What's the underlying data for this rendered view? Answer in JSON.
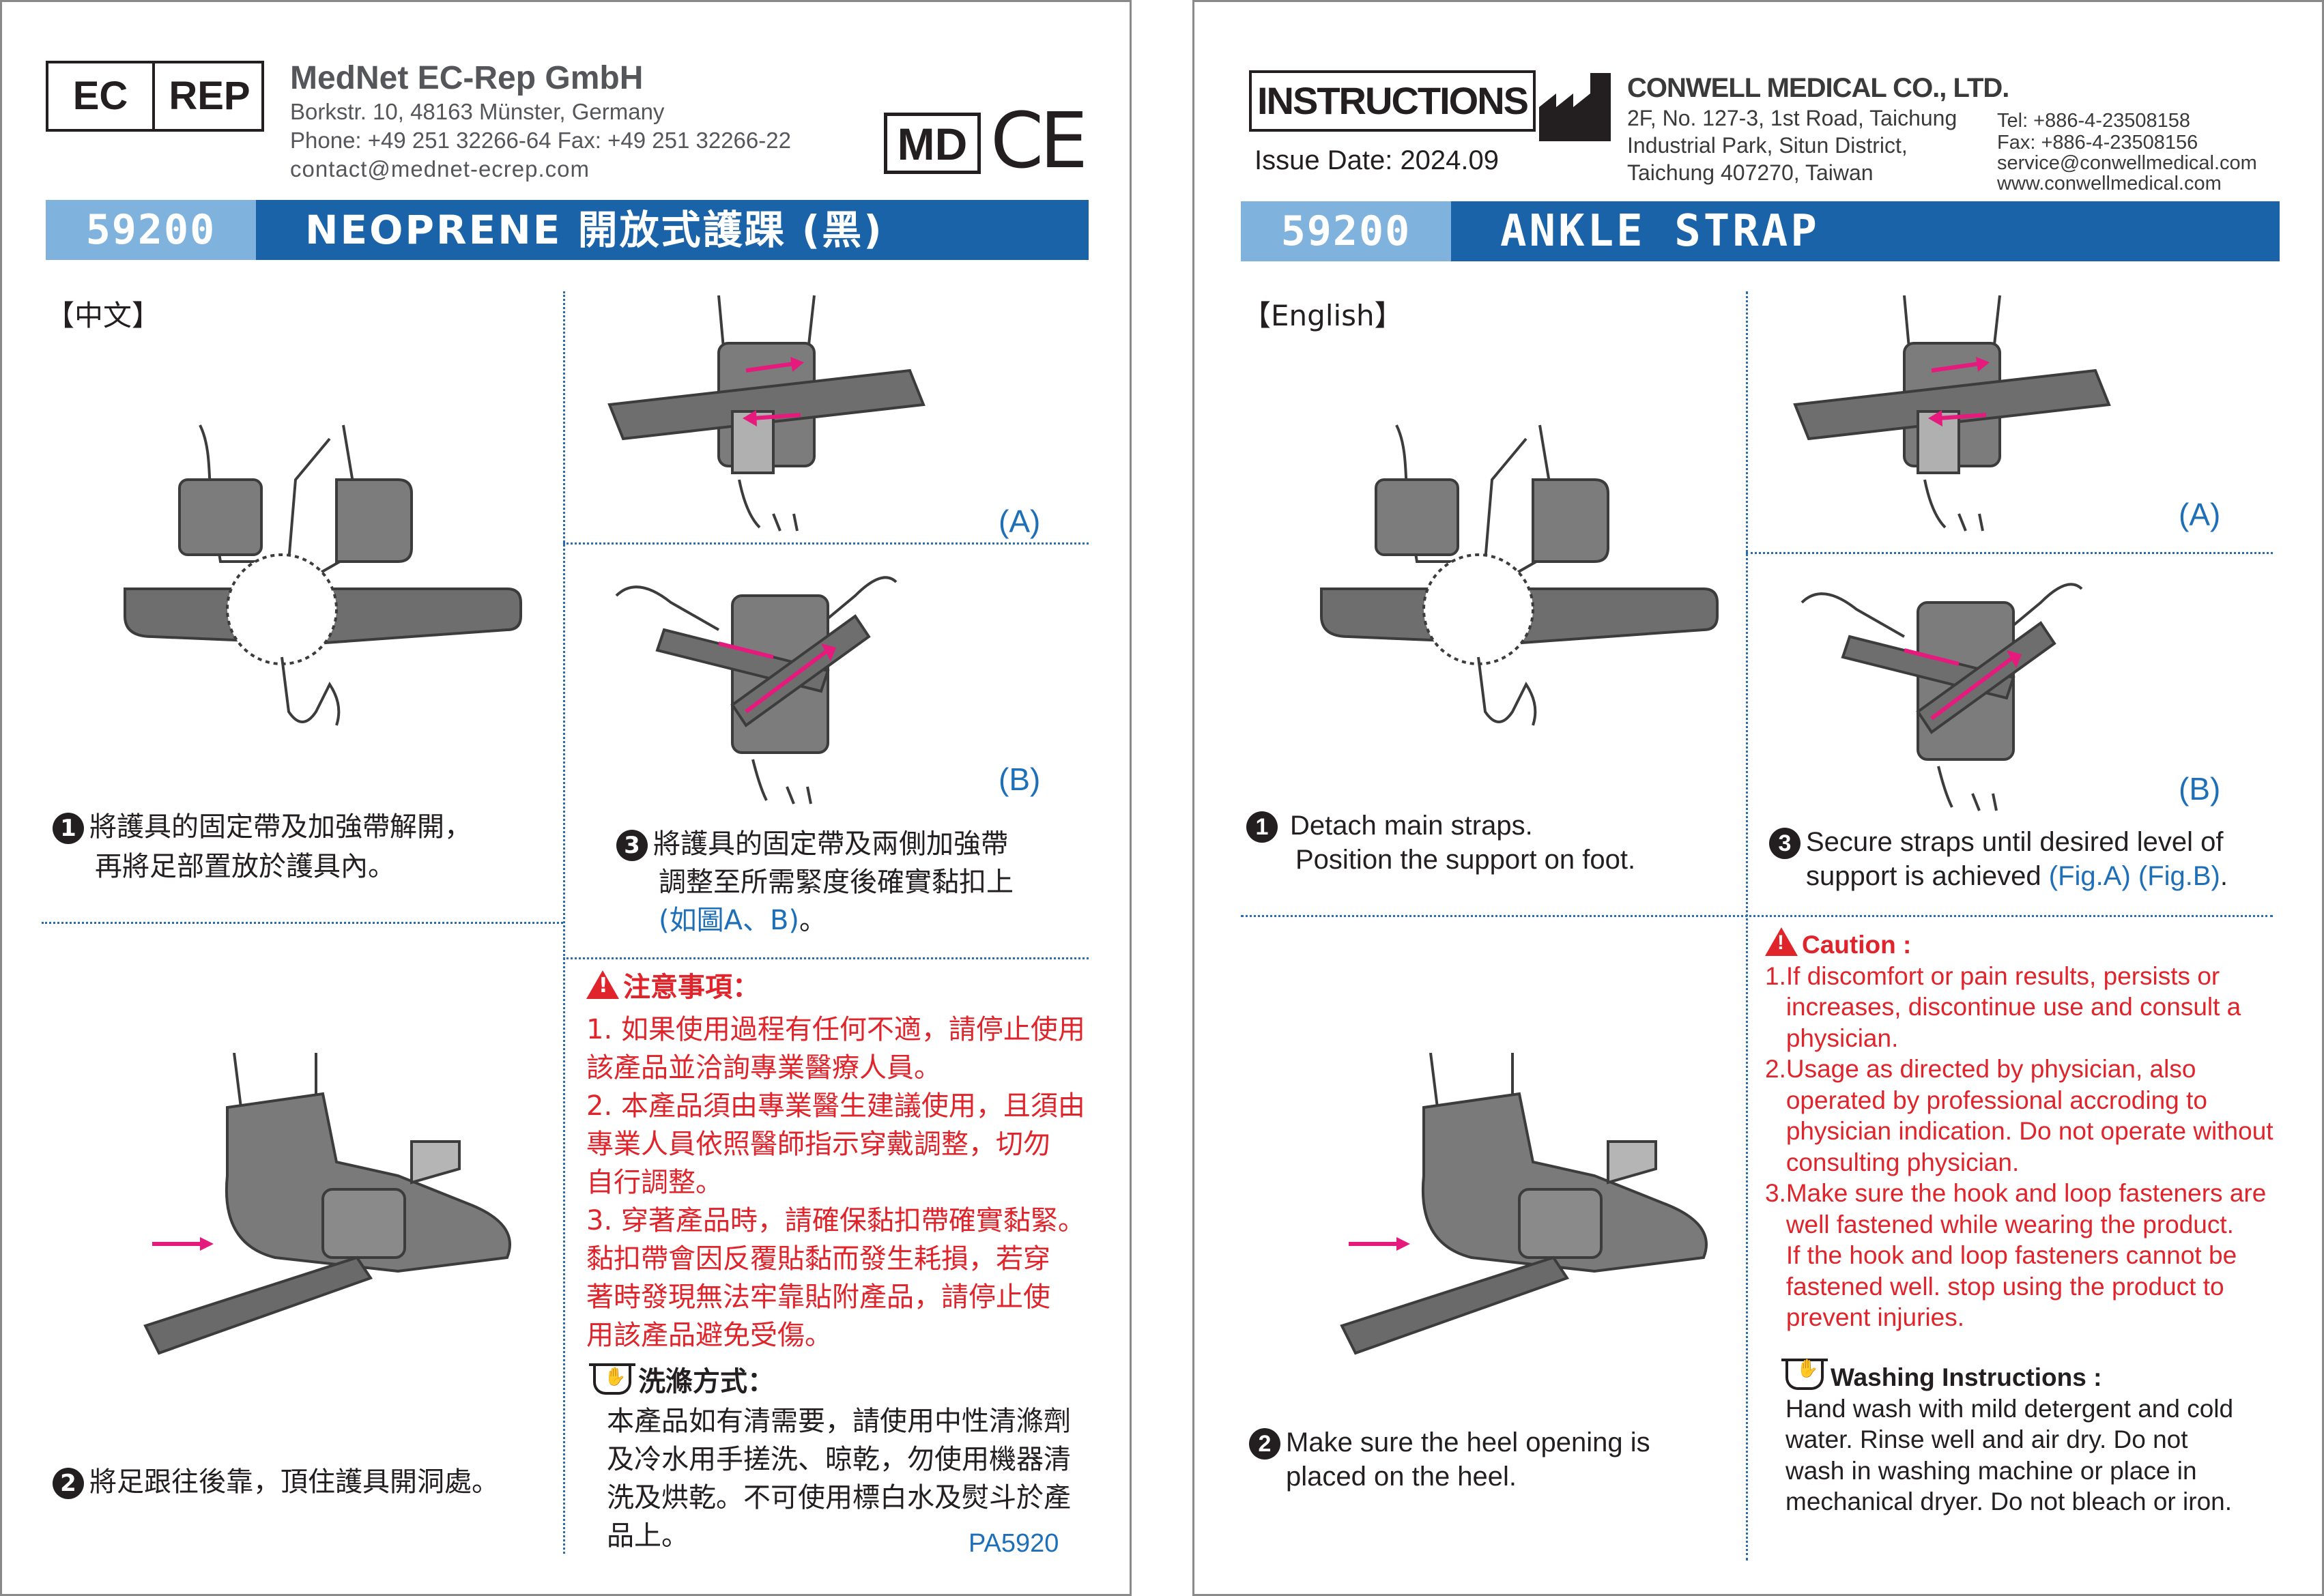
{
  "left": {
    "ec_label": "EC",
    "rep_label": "REP",
    "company": "MedNet EC-Rep GmbH",
    "address": "Borkstr. 10, 48163 Münster, Germany",
    "phone": "Phone: +49 251 32266-64  Fax: +49 251 32266-22",
    "contact": "contact@mednet-ecrep.com",
    "md_label": "MD",
    "ce_label": "CE",
    "code": "59200",
    "title": "NEOPRENE 開放式護踝 (黑)",
    "lang_tag": "【中文】",
    "fig_a": "(A)",
    "fig_b": "(B)",
    "step1_num": "1",
    "step1_lines": [
      "將護具的固定帶及加強帶解開，",
      "再將足部置放於護具內。"
    ],
    "step2_num": "2",
    "step2_text": "將足跟往後靠，頂住護具開洞處。",
    "step3_num": "3",
    "step3_lines": [
      "將護具的固定帶及兩側加強帶",
      "調整至所需緊度後確實黏扣上"
    ],
    "step3_ref": "(如圖A、B)",
    "step3_end": "。",
    "caution_title": "注意事項：",
    "caution_lines": [
      "1. 如果使用過程有任何不適，請停止使用",
      "    該產品並洽詢專業醫療人員。",
      "2. 本產品須由專業醫生建議使用，且須由",
      "    專業人員依照醫師指示穿戴調整，切勿",
      "    自行調整。",
      "3. 穿著產品時，請確保黏扣帶確實黏緊。",
      "    黏扣帶會因反覆貼黏而發生耗損，若穿",
      "    著時發現無法牢靠貼附產品，請停止使",
      "    用該產品避免受傷。"
    ],
    "wash_title": "洗滌方式：",
    "wash_lines": [
      "本產品如有清需要，請使用中性清滌劑",
      "及冷水用手搓洗、晾乾，勿使用機器清",
      "洗及烘乾。不可使用標白水及熨斗於產",
      "品上。"
    ],
    "part_no": "PA5920"
  },
  "right": {
    "instructions_label": "INSTRUCTIONS",
    "issue_date": "Issue Date: 2024.09",
    "company": "CONWELL MEDICAL CO., LTD.",
    "address_lines": [
      "2F, No. 127-3, 1st Road, Taichung",
      "Industrial Park, Situn District,",
      "Taichung 407270, Taiwan"
    ],
    "tel": "Tel: +886-4-23508158",
    "fax": "Fax: +886-4-23508156",
    "email": "service@conwellmedical.com",
    "web": "www.conwellmedical.com",
    "code": "59200",
    "title": "ANKLE STRAP",
    "lang_tag": "【English】",
    "fig_a": "(A)",
    "fig_b": "(B)",
    "step1_num": "1",
    "step1_lines": [
      "Detach main straps.",
      "Position the support on foot."
    ],
    "step2_num": "2",
    "step2_lines": [
      "Make sure the heel opening is",
      "placed on the heel."
    ],
    "step3_num": "3",
    "step3_line1": "Secure straps until desired level of",
    "step3_line2": "support is achieved ",
    "step3_ref": "(Fig.A) (Fig.B)",
    "step3_end": ".",
    "caution_title": "Caution :",
    "caution_lines": [
      "1.If discomfort or pain results, persists or",
      "   increases, discontinue use and consult a",
      "   physician.",
      "2.Usage as directed by physician, also",
      "   operated by professional accroding to",
      "   physician indication. Do not operate without",
      "   consulting physician.",
      "3.Make sure the hook and loop fasteners are",
      "   well fastened while wearing the product.",
      "   If the hook and loop fasteners cannot be",
      "   fastened well. stop using the product to",
      "   prevent injuries."
    ],
    "wash_title": "Washing Instructions :",
    "wash_lines": [
      "Hand wash with mild detergent and cold",
      "water. Rinse well and air dry. Do not",
      "wash in washing machine or place in",
      "mechanical dryer. Do not bleach or iron."
    ]
  },
  "colors": {
    "blue_bar": "#1b63a8",
    "light_blue": "#7fb3dd",
    "red": "#e0242b",
    "link_blue": "#1d6fb8",
    "magenta_arrow": "#e6197d"
  }
}
